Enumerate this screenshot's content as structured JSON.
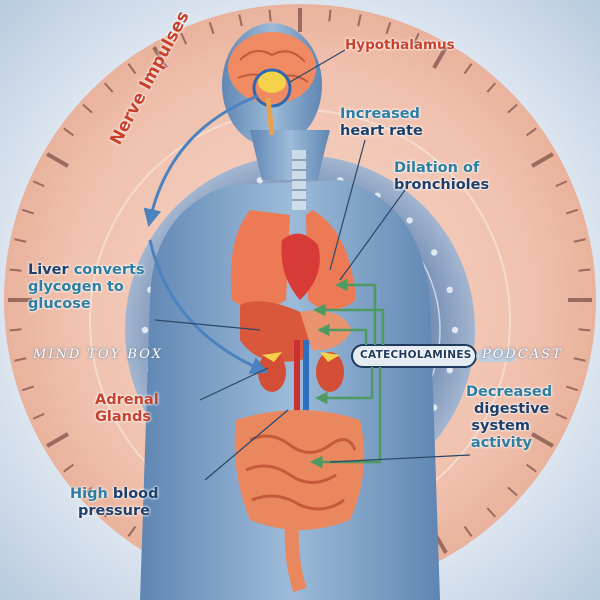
{
  "colors": {
    "dial": "#f2c4b2",
    "body": "#7ea3c9",
    "organ": "#e8734f",
    "teal_text": "#2c7ea3",
    "navy_text": "#1d3f6c",
    "red_text": "#c8412c",
    "arrow_green": "#5aa36a"
  },
  "labels": {
    "hypothalamus": "Hypothalamus",
    "nerve_impulses": "Nerve Impulses",
    "heart_rate_1": "Increased",
    "heart_rate_2": "heart rate",
    "bronchioles_1": "Dilation of",
    "bronchioles_2": "bronchioles",
    "liver_1a": "Liver",
    "liver_1b": " converts",
    "liver_2": "glycogen to",
    "liver_3": "glucose",
    "catecholamines": "CATECHOLAMINES",
    "adrenal_1": "Adrenal",
    "adrenal_2": "Glands",
    "blood_1a": "High",
    "blood_1b": " blood",
    "blood_2": "pressure",
    "digestive_1": "Decreased",
    "digestive_2": "digestive",
    "digestive_3": "system",
    "digestive_4": "activity"
  },
  "watermark": {
    "left": "MIND TOY BOX",
    "right": "PODCAST"
  }
}
